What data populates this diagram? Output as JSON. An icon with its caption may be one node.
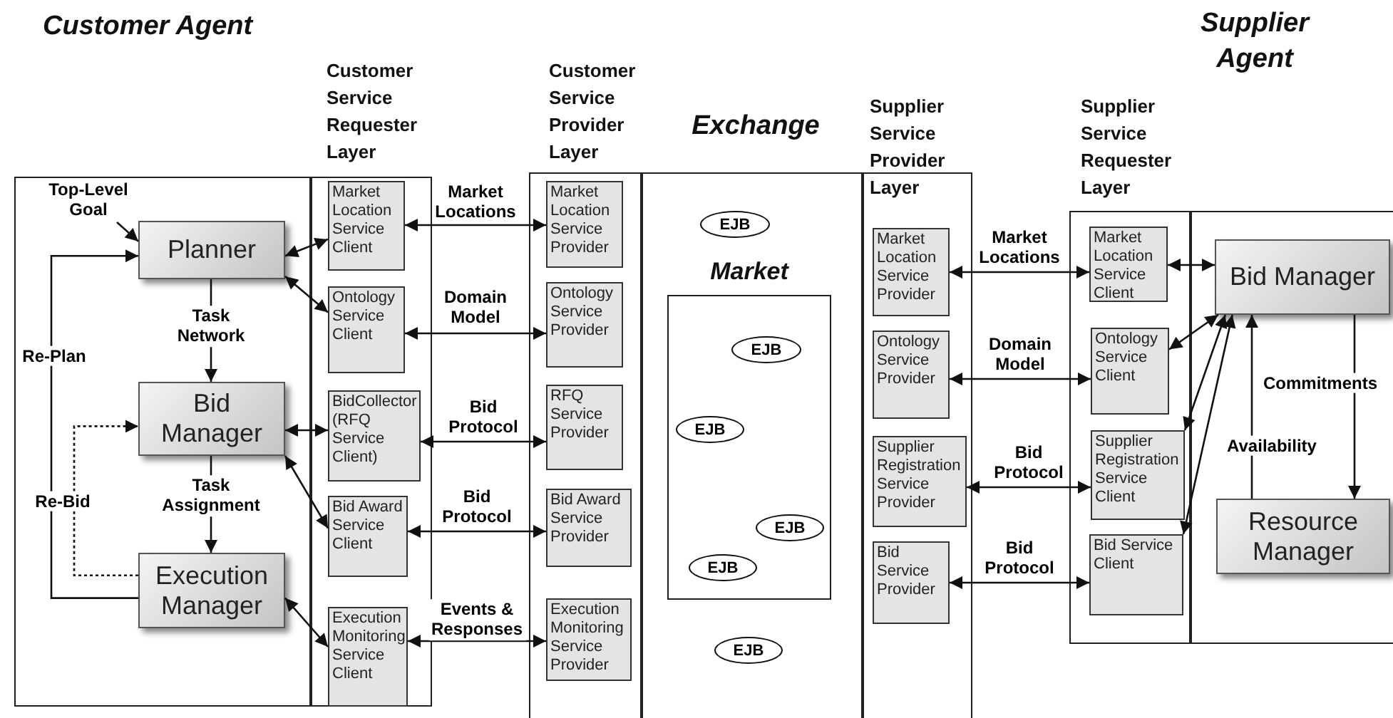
{
  "diagram": {
    "nodes": [
      {
        "text": [],
        "shape": "box"
      },
      {
        "text": [
          "Customer Service Requester Layer"
        ]
      },
      {
        "text": [
          "Top-Level Goal"
        ],
        "in": 0
      },
      {
        "text": [
          "Planner"
        ],
        "in": 0
      },
      {
        "text": [
          "Bid Manager"
        ],
        "in": 0
      },
      {
        "text": [
          "Execution Manager"
        ],
        "in": 0
      },
      {
        "text": [
          "Market Location Service Client"
        ],
        "in": 1
      },
      {
        "text": [
          "Ontology Service Client"
        ],
        "in": 1
      },
      {
        "text": [
          "BidCollector (RFQ Service Client)"
        ],
        "in": 1
      },
      {
        "text": [
          "Bid Award Service Client"
        ],
        "in": 1
      },
      {
        "text": [
          "Execution Monitoring Service Client"
        ],
        "in": 1
      },
      {
        "text": [
          "Customer Service Provider Layer"
        ]
      },
      {
        "text": [
          "Market Location Service Provider"
        ],
        "in": 11
      },
      {
        "text": [
          "Ontology Service Provider"
        ],
        "in": 11
      },
      {
        "text": [
          "RFQ Service Provider"
        ],
        "in": 11
      },
      {
        "text": [
          "Bid Award Service Provider"
        ],
        "in": 11
      },
      {
        "text": [
          "Execution Monitoring Service Provider"
        ],
        "in": 11
      },
      {
        "text": [
          "Exchange"
        ]
      },
      {
        "text": [
          "EJB"
        ],
        "in": 17
      },
      {
        "text": [
          "Market"
        ],
        "in": 17
      },
      {
        "text": [
          "EJB"
        ],
        "in": 19
      },
      {
        "text": [
          "EJB"
        ],
        "in": 19
      },
      {
        "text": [
          "EJB"
        ],
        "in": 19
      },
      {
        "text": [
          "EJB"
        ],
        "in": 19
      },
      {
        "text": [
          "EJB"
        ],
        "in": 17
      },
      {
        "text": [
          "Supplier Service Provider Layer"
        ]
      },
      {
        "text": [
          "Market Location Service Provider"
        ],
        "in": 25
      },
      {
        "text": [
          "Ontology Service Provider"
        ],
        "in": 25
      },
      {
        "text": [
          "Supplier Registration Service Provider"
        ],
        "in": 25
      },
      {
        "text": [
          "Bid Service Provider"
        ],
        "in": 25
      },
      {
        "text": [
          "Supplier Service Requester Layer"
        ]
      },
      {
        "text": [
          "Market Location Service Client"
        ],
        "in": 30
      },
      {
        "text": [
          "Ontology Service Client"
        ],
        "in": 30
      },
      {
        "text": [
          "Supplier Registration Service Client"
        ],
        "in": 30
      },
      {
        "text": [
          "Bid Service Client"
        ],
        "in": 30
      },
      {
        "text": [],
        "shape": "box"
      },
      {
        "text": [
          "Bid Manager"
        ],
        "in": 35
      },
      {
        "text": [
          "Resource Manager"
        ],
        "in": 35
      }
    ],
    "edges": [
      {
        "from": 2,
        "to": 3,
        "arrow": "to"
      },
      {
        "from": 5,
        "to": 3,
        "arrow": "to",
        "label": "Re-Plan"
      },
      {
        "from": 3,
        "to": 4,
        "arrow": "to",
        "label": "Task Network"
      },
      {
        "from": 5,
        "to": 4,
        "arrow": "to",
        "label": "Re-Bid",
        "style": "dashed"
      },
      {
        "from": 4,
        "to": 5,
        "arrow": "to",
        "label": "Task Assignment"
      },
      {
        "from": 3,
        "to": 6,
        "arrow": "both"
      },
      {
        "from": 3,
        "to": 7,
        "arrow": "both"
      },
      {
        "from": 4,
        "to": 8,
        "arrow": "both"
      },
      {
        "from": 4,
        "to": 9,
        "arrow": "both"
      },
      {
        "from": 5,
        "to": 10,
        "arrow": "both"
      },
      {
        "from": 6,
        "to": 12,
        "arrow": "both",
        "label": "Market Locations"
      },
      {
        "from": 7,
        "to": 13,
        "arrow": "both",
        "label": "Domain Model"
      },
      {
        "from": 8,
        "to": 14,
        "arrow": "both",
        "label": "Bid Protocol"
      },
      {
        "from": 9,
        "to": 15,
        "arrow": "both",
        "label": "Bid Protocol"
      },
      {
        "from": 10,
        "to": 16,
        "arrow": "both",
        "label": "Events & Responses"
      },
      {
        "from": 26,
        "to": 31,
        "arrow": "both",
        "label": "Market Locations"
      },
      {
        "from": 27,
        "to": 32,
        "arrow": "both",
        "label": "Domain Model"
      },
      {
        "from": 28,
        "to": 33,
        "arrow": "both",
        "label": "Bid Protocol"
      },
      {
        "from": 29,
        "to": 34,
        "arrow": "both",
        "label": "Bid Protocol"
      },
      {
        "from": 36,
        "to": 31,
        "arrow": "both"
      },
      {
        "from": 36,
        "to": 32,
        "arrow": "both"
      },
      {
        "from": 36,
        "to": 33,
        "arrow": "both"
      },
      {
        "from": 36,
        "to": 34,
        "arrow": "both"
      },
      {
        "from": 37,
        "to": 36,
        "arrow": "to",
        "label": "Availability"
      },
      {
        "from": 36,
        "to": 37,
        "arrow": "to",
        "label": "Commitments"
      }
    ],
    "labels": [
      "Customer Agent",
      "Supplier Agent"
    ]
  }
}
